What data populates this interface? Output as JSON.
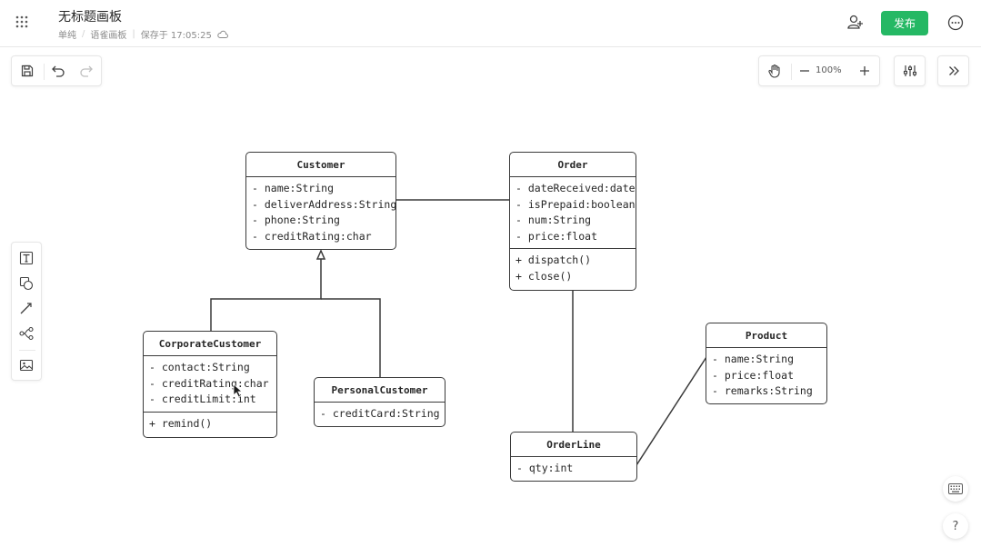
{
  "header": {
    "title": "无标题画板",
    "breadcrumb": [
      "单纯",
      "语雀画板"
    ],
    "save_status": "保存于 17:05:25",
    "publish_label": "发布"
  },
  "toolbar": {
    "zoom_level": "100%"
  },
  "diagram": {
    "classes": [
      {
        "name": "Customer",
        "attributes": [
          "- name:String",
          "- deliverAddress:String",
          "- phone:String",
          "- creditRating:char"
        ],
        "methods": []
      },
      {
        "name": "Order",
        "attributes": [
          "- dateReceived:date",
          "- isPrepaid:boolean",
          "- num:String",
          "- price:float"
        ],
        "methods": [
          "+ dispatch()",
          "+ close()"
        ]
      },
      {
        "name": "CorporateCustomer",
        "attributes": [
          "- contact:String",
          "- creditRating:char",
          "- creditLimit:int"
        ],
        "methods": [
          "+ remind()"
        ]
      },
      {
        "name": "PersonalCustomer",
        "attributes": [
          "- creditCard:String"
        ],
        "methods": []
      },
      {
        "name": "Product",
        "attributes": [
          "- name:String",
          "- price:float",
          "- remarks:String"
        ],
        "methods": []
      },
      {
        "name": "OrderLine",
        "attributes": [
          "- qty:int"
        ],
        "methods": []
      }
    ]
  },
  "icons": {
    "apps": "apps-grid-icon",
    "cloud": "cloud-icon",
    "add_user": "add-user-icon",
    "more": "more-icon",
    "save": "save-icon",
    "undo": "undo-icon",
    "redo": "redo-icon",
    "hand": "hand-icon",
    "zoom_out": "minus-icon",
    "zoom_in": "plus-icon",
    "adjust": "sliders-icon",
    "collapse": "double-chevron-right-icon",
    "text": "text-tool-icon",
    "shape": "shape-tool-icon",
    "line": "line-tool-icon",
    "mindmap": "mindmap-tool-icon",
    "image": "image-tool-icon",
    "keyboard": "keyboard-icon",
    "help": "help-icon"
  },
  "colors": {
    "publish": "#25b864",
    "stroke": "#3a3a3a"
  }
}
